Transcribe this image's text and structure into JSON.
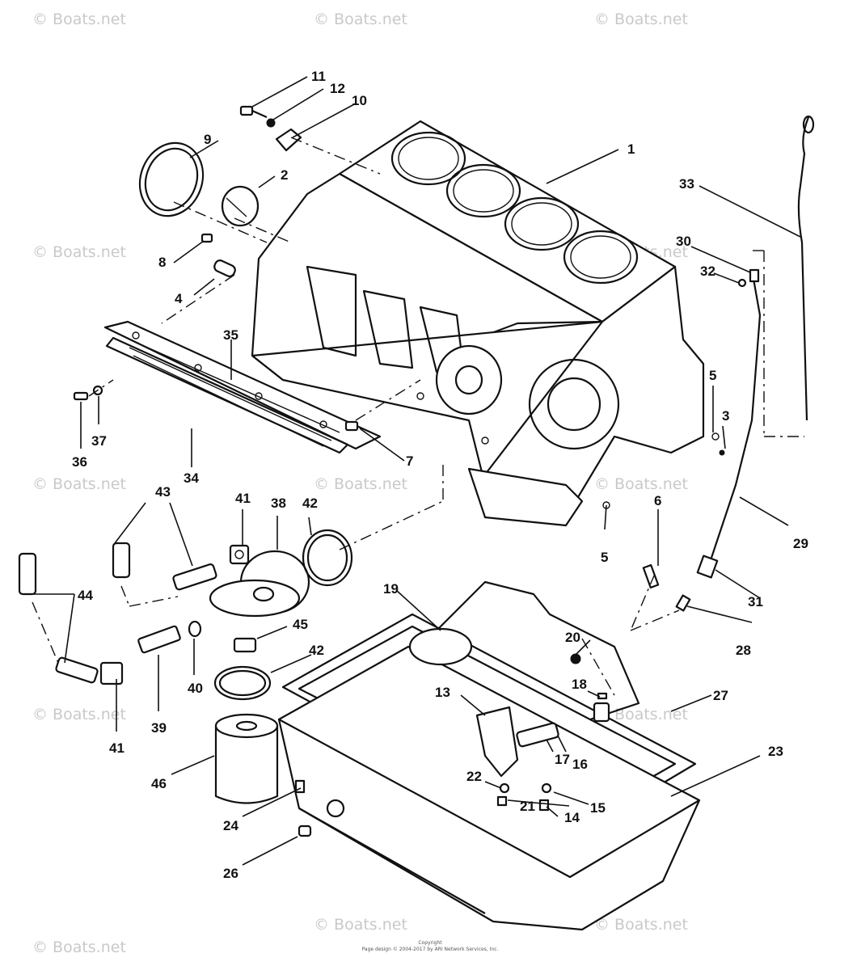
{
  "watermark": "© Boats.net",
  "copyright": {
    "line1": "Copyright",
    "line2": "Page design © 2004-2017 by ARI Network Services, Inc."
  },
  "callouts": [
    "1",
    "2",
    "3",
    "4",
    "5",
    "6",
    "7",
    "8",
    "9",
    "10",
    "11",
    "12",
    "13",
    "14",
    "15",
    "16",
    "17",
    "18",
    "19",
    "20",
    "21",
    "22",
    "23",
    "24",
    "26",
    "27",
    "28",
    "29",
    "30",
    "31",
    "32",
    "33",
    "34",
    "35",
    "36",
    "37",
    "38",
    "39",
    "40",
    "41",
    "42",
    "43",
    "44",
    "45",
    "46"
  ]
}
